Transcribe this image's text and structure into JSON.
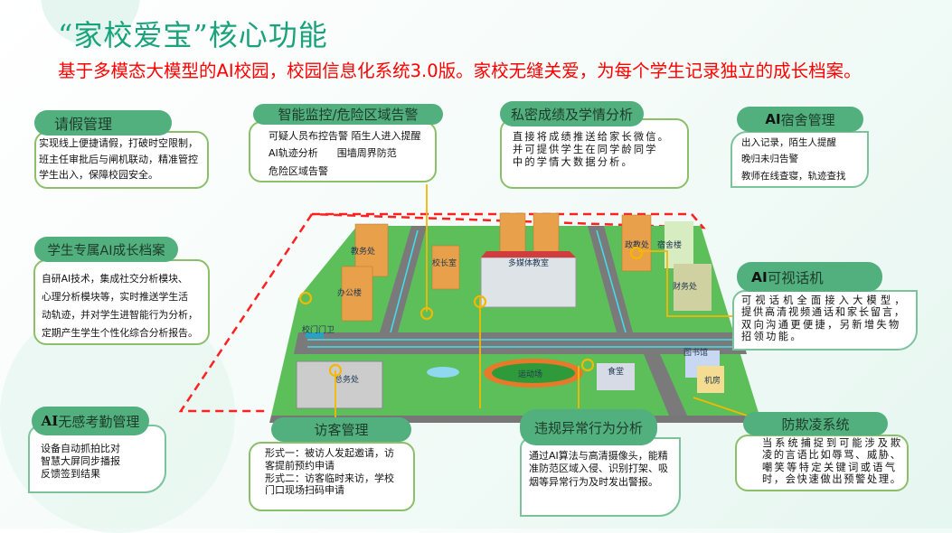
{
  "header": {
    "title": "“家校爱宝”核心功能",
    "subtitle": "基于多模态大模型的AI校园，校园信息化系统3.0版。家校无缝关爱，为每个学生记录独立的成长档案。"
  },
  "cards": {
    "leave": {
      "title": "请假管理",
      "lines": [
        "实现线上便捷请假，打破时空限制，",
        "班主任审批后与闸机联动，精准管控",
        "学生出入，保障校园安全。"
      ]
    },
    "monitor": {
      "title": "智能监控/危险区域告警",
      "lines": [
        "可疑人员布控告警  陌生人进入提醒",
        "AI轨迹分析      围墙周界防范",
        "危险区域告警"
      ]
    },
    "grades": {
      "title": "私密成绩及学情分析",
      "lines": [
        "直接将成绩推送给家长微信。",
        "并可提供学生在同学龄同学",
        "中的学情大数据分析。"
      ]
    },
    "dorm": {
      "title_ai": "AI",
      "title": "宿舍管理",
      "lines": [
        "出入记录，陌生人提醒",
        "晚归未归告警",
        "教师在线查寝，轨迹查找"
      ]
    },
    "growth": {
      "title": "学生专属AI成长档案",
      "lines": [
        "自研AI技术，集成社交分析模块、",
        "心理分析模块等，实时推送学生活",
        "动轨迹，并对学生进智能行为分析，",
        "定期产生学生个性化综合分析报告。"
      ]
    },
    "phone": {
      "title_ai": "AI",
      "title": "可视话机",
      "lines": [
        "可视话机全面接入大模型，",
        "提供高清视频通话和家长留言，",
        "双向沟通更便捷，另新增失物",
        "招领功能。"
      ]
    },
    "attendance": {
      "title_ai": "AI",
      "title": "无感考勤管理",
      "lines": [
        "设备自动抓拍比对",
        "智慧大屏同步播报",
        "反馈签到结果"
      ]
    },
    "visitor": {
      "title": "访客管理",
      "lines": [
        "形式一：被访人发起邀请，访",
        "客提前预约申请",
        "形式二：访客临时来访，学校",
        "门口现场扫码申请"
      ]
    },
    "violation": {
      "title": "违规异常行为分析",
      "lines": [
        "通过AI算法与高清摄像头，能精",
        "准防范区域入侵、识别打架、吸",
        "烟等异常行为及时发出警报。"
      ]
    },
    "bullying": {
      "title": "防欺凌系统",
      "lines": [
        "当系统捕捉到可能涉及欺",
        "凌的言语比如辱骂、威胁、",
        "嘲笑等特定关键词或语气",
        "时，会快速做出预警处理。"
      ]
    }
  },
  "map": {
    "buildings": [
      "教务处",
      "办公楼",
      "校长室",
      "多媒体教室",
      "政教处",
      "宿舍楼",
      "财务处",
      "校门门卫",
      "总务处",
      "运动场",
      "食堂",
      "图书馆",
      "机房"
    ]
  },
  "colors": {
    "accent": "#52b07e",
    "title": "#1aa37a",
    "subtitle": "#ff0000",
    "dash": "#ff2020",
    "connector": "#f5b800"
  }
}
